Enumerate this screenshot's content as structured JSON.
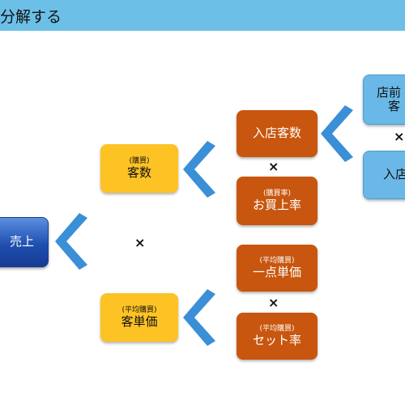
{
  "header": {
    "title": "分解する",
    "color": "#6cc0e8"
  },
  "nodes": {
    "sales": {
      "label": "売上"
    },
    "customers": {
      "small": "(購買)",
      "label": "客数"
    },
    "unit_price": {
      "small": "(平均購買)",
      "label": "客単価"
    },
    "visitors": {
      "label": "入店客数"
    },
    "purchase_rate": {
      "small": "(購買率)",
      "label": "お買上率"
    },
    "item_price": {
      "small": "(平均購買)",
      "label": "一点単価"
    },
    "set_rate": {
      "small": "(平均購買)",
      "label": "セット率"
    },
    "front_traffic": {
      "line1": "店前",
      "line2": "客"
    },
    "entry": {
      "label": "入店"
    }
  },
  "operator": "×",
  "colors": {
    "level0": "#1f4fb0",
    "level1": "#fdc324",
    "level2": "#c8560e",
    "level3": "#6ab8e8",
    "chevron": "#3a8fd6"
  }
}
